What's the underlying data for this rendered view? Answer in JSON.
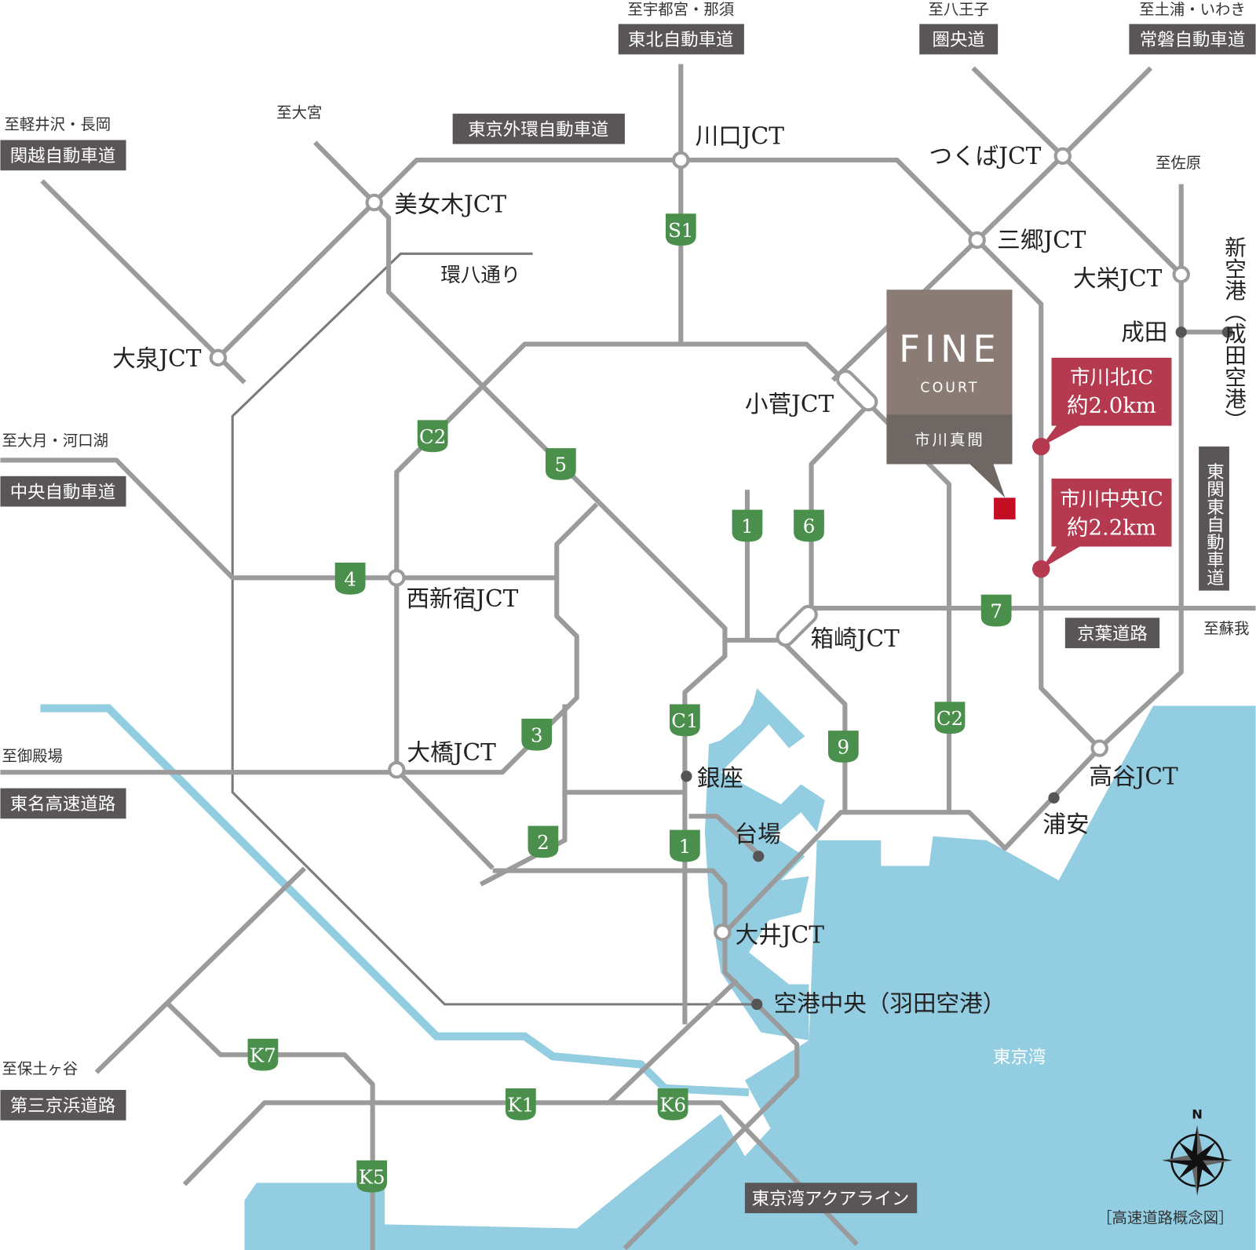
{
  "roads_boxes": {
    "tohoku": "東北自動車道",
    "kenodo": "圏央道",
    "joban": "常磐自動車道",
    "kanetsu": "関越自動車道",
    "gaikan": "東京外環自動車道",
    "chuo": "中央自動車道",
    "tomei": "東名高速道路",
    "daisan_keihin": "第三京浜道路",
    "aqualine": "東京湾アクアライン",
    "keiyo": "京葉道路",
    "higashikanto": "東関東自動車道"
  },
  "destinations": {
    "utsunomiya": "至宇都宮・那須",
    "hachioji": "至八王子",
    "tsuchiura": "至土浦・いわき",
    "karuizawa": "至軽井沢・長岡",
    "omiya": "至大宮",
    "sawara": "至佐原",
    "otsuki": "至大月・河口湖",
    "gotemba": "至御殿場",
    "hodogaya": "至保土ヶ谷",
    "soga": "至蘇我"
  },
  "junctions": {
    "kawaguchi": "川口JCT",
    "tsukuba": "つくばJCT",
    "bijogi": "美女木JCT",
    "misato": "三郷JCT",
    "taiei": "大栄JCT",
    "oizumi": "大泉JCT",
    "kosuge": "小菅JCT",
    "nishishinjuku": "西新宿JCT",
    "hakozaki": "箱崎JCT",
    "ohashi": "大橋JCT",
    "takaya": "高谷JCT",
    "oi": "大井JCT"
  },
  "places": {
    "kanpachi": "環八通り",
    "narita": "成田",
    "narita_airport": "新空港（成田空港）",
    "ginza": "銀座",
    "daiba": "台場",
    "urayasu": "浦安",
    "haneda": "空港中央（羽田空港）",
    "tokyo_bay": "東京湾"
  },
  "shields": [
    "S1",
    "C2",
    "5",
    "1",
    "6",
    "4",
    "7",
    "3",
    "C1",
    "9",
    "C2",
    "2",
    "1",
    "K7",
    "K1",
    "K6",
    "K5"
  ],
  "property": {
    "name": "FINE",
    "sub": "COURT",
    "area": "市川真間"
  },
  "callouts": [
    {
      "name": "市川北IC",
      "distance": "約2.0km"
    },
    {
      "name": "市川中央IC",
      "distance": "約2.2km"
    }
  ],
  "compass": "N",
  "caption": "［高速道路概念図］",
  "colors": {
    "road": "#9b9b9b",
    "sea": "#92cde1",
    "shield": "#4a8f4c",
    "box": "#5a5657",
    "accent": "#b53a50",
    "marker": "#c30d23"
  }
}
